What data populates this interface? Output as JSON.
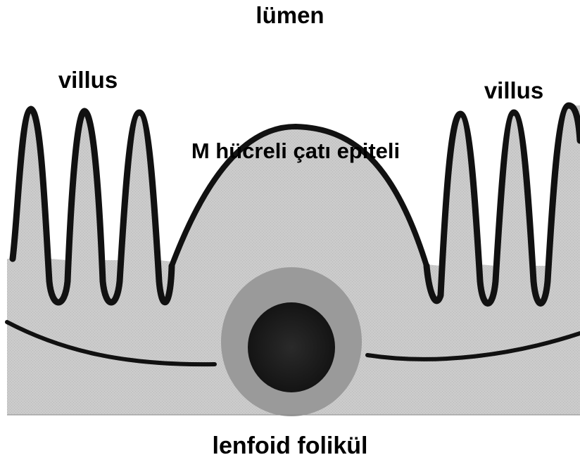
{
  "labels": {
    "lumen": "lümen",
    "villus_left": "villus",
    "villus_right": "villus",
    "dome_epithelium": "M hücreli çatı epiteli",
    "follicle": "lenfoid folikül"
  },
  "colors": {
    "tissue": "#c9c9c9",
    "outline": "#111111",
    "follicle_outer": "#9a9a9a",
    "follicle_inner": "#1c1c1c",
    "background": "#ffffff"
  }
}
